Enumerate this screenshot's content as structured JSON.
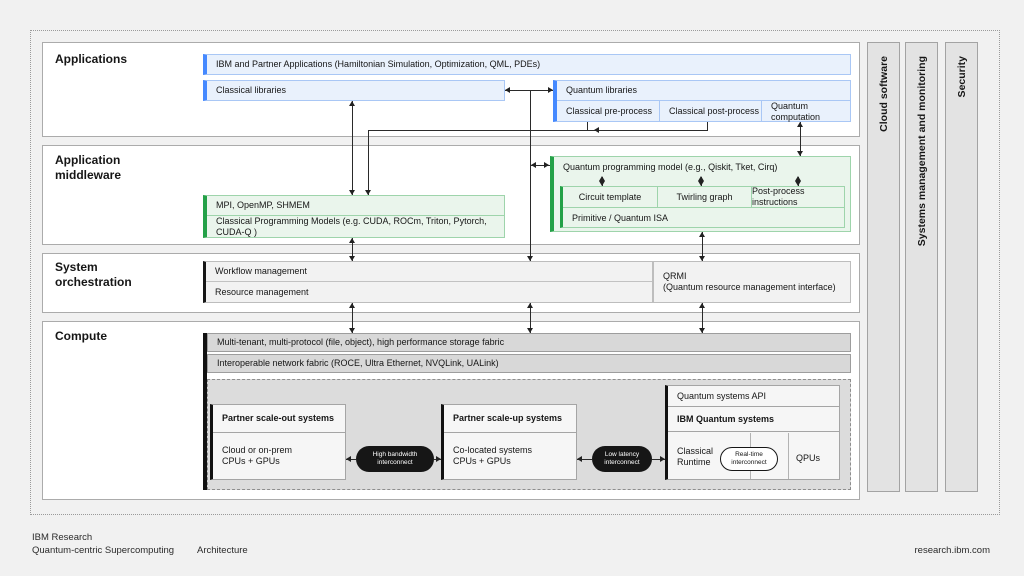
{
  "sections": {
    "applications": "Applications",
    "middleware": "Application\nmiddleware",
    "orchestration": "System\norchestration",
    "compute": "Compute"
  },
  "applications": {
    "ibm_partner_apps": "IBM and Partner Applications (Hamiltonian Simulation, Optimization, QML, PDEs)",
    "classical_libraries": "Classical libraries",
    "quantum_libraries": "Quantum libraries",
    "classical_pre_process": "Classical pre-process",
    "classical_post_process": "Classical post-process",
    "quantum_computation": "Quantum computation"
  },
  "middleware": {
    "mpi_openmp_shmem": "MPI, OpenMP, SHMEM",
    "classical_programming_models": "Classical Programming Models (e.g. CUDA, ROCm, Triton, Pytorch, CUDA-Q )",
    "quantum_programming_model": "Quantum programming model (e.g., Qiskit, Tket, Cirq)",
    "circuit_template": "Circuit template",
    "twirling_graph": "Twirling graph",
    "post_process_instructions": "Post-process instructions",
    "primitive_quantum_isa": "Primitive / Quantum ISA"
  },
  "orchestration": {
    "workflow_management": "Workflow management",
    "resource_management": "Resource management",
    "qrmi": "QRMI\n(Quantum resource management interface)"
  },
  "compute": {
    "storage_fabric": "Multi-tenant, multi-protocol (file, object), high performance storage fabric",
    "network_fabric": "Interoperable network fabric (ROCE, Ultra Ethernet, NVQLink, UALink)",
    "partner_scale_out": {
      "title": "Partner scale-out systems",
      "body": "Cloud or on-prem\nCPUs + GPUs"
    },
    "high_bandwidth_interconnect": "High bandwidth\ninterconnect",
    "partner_scale_up": {
      "title": "Partner scale-up systems",
      "body": "Co-located systems\nCPUs + GPUs"
    },
    "low_latency_interconnect": "Low latency\ninterconnect",
    "quantum_systems": {
      "api": "Quantum systems API",
      "ibm_quantum_systems": "IBM Quantum systems",
      "classical_runtime": "Classical\nRuntime",
      "real_time_interconnect": "Real-time\ninterconnect",
      "qpus": "QPUs"
    }
  },
  "sidebars": {
    "cloud_software": "Cloud software",
    "systems_management": "Systems management and monitoring",
    "security": "Security"
  },
  "footer": {
    "left": "IBM Research\nQuantum-centric Supercomputing",
    "center": "Architecture",
    "right": "research.ibm.com"
  },
  "colors": {
    "blue_accent": "#4589ff",
    "green_accent": "#24a148",
    "ink": "#161616"
  }
}
